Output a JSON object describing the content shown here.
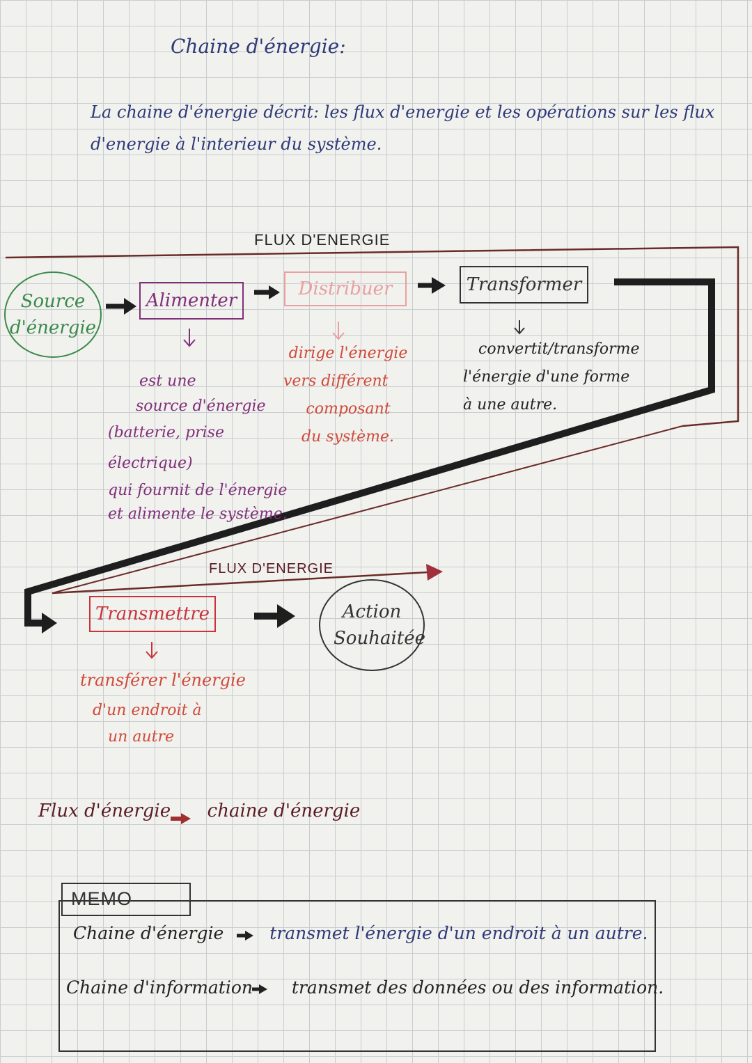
{
  "title": "Chaine d'énergie:",
  "intro": "La chaine d'énergie décrit: les flux d'energie et les opérations sur les flux d'energie à l'interieur du système.",
  "flux_label_top": "FLUX D'ENERGIE",
  "flux_label_bottom": "FLUX D'ENERGIE",
  "nodes": {
    "source": "Source d'énergie",
    "alimenter": "Alimenter",
    "distribuer": "Distribuer",
    "transformer": "Transformer",
    "transmettre": "Transmettre",
    "action": "Action Souhaitée"
  },
  "descriptions": {
    "alimenter_1": "est une",
    "alimenter_2": "source d'énergie",
    "alimenter_3": "(batterie, prise électrique)",
    "alimenter_4": "qui fournit de l'énergie",
    "alimenter_5": "et alimente le système.",
    "distribuer_1": "dirige l'énergie",
    "distribuer_2": "vers différent",
    "distribuer_3": "composant",
    "distribuer_4": "du système.",
    "transformer_1": "convertit/transforme",
    "transformer_2": "l'énergie d'une forme",
    "transformer_3": "à une autre.",
    "transmettre_1": "transférer l'énergie",
    "transmettre_2": "d'un endroit à",
    "transmettre_3": "un autre"
  },
  "summary": {
    "left": "Flux d'énergie",
    "right": "chaine d'énergie"
  },
  "memo": {
    "tab": "MEMO",
    "row1_term": "Chaine d'énergie",
    "row1_def": "transmet l'énergie d'un endroit à un autre.",
    "row2_term": "Chaine d'information",
    "row2_def": "transmet des données ou des information."
  },
  "colors": {
    "blue_ink": "#2e3a78",
    "green": "#3a8a4a",
    "purple": "#80307a",
    "pink": "#e08080",
    "red": "#c9343c",
    "maroon": "#5a1c24",
    "black": "#232323"
  },
  "icons": [
    "arrow-right-icon",
    "arrow-down-icon",
    "flow-path-icon"
  ]
}
